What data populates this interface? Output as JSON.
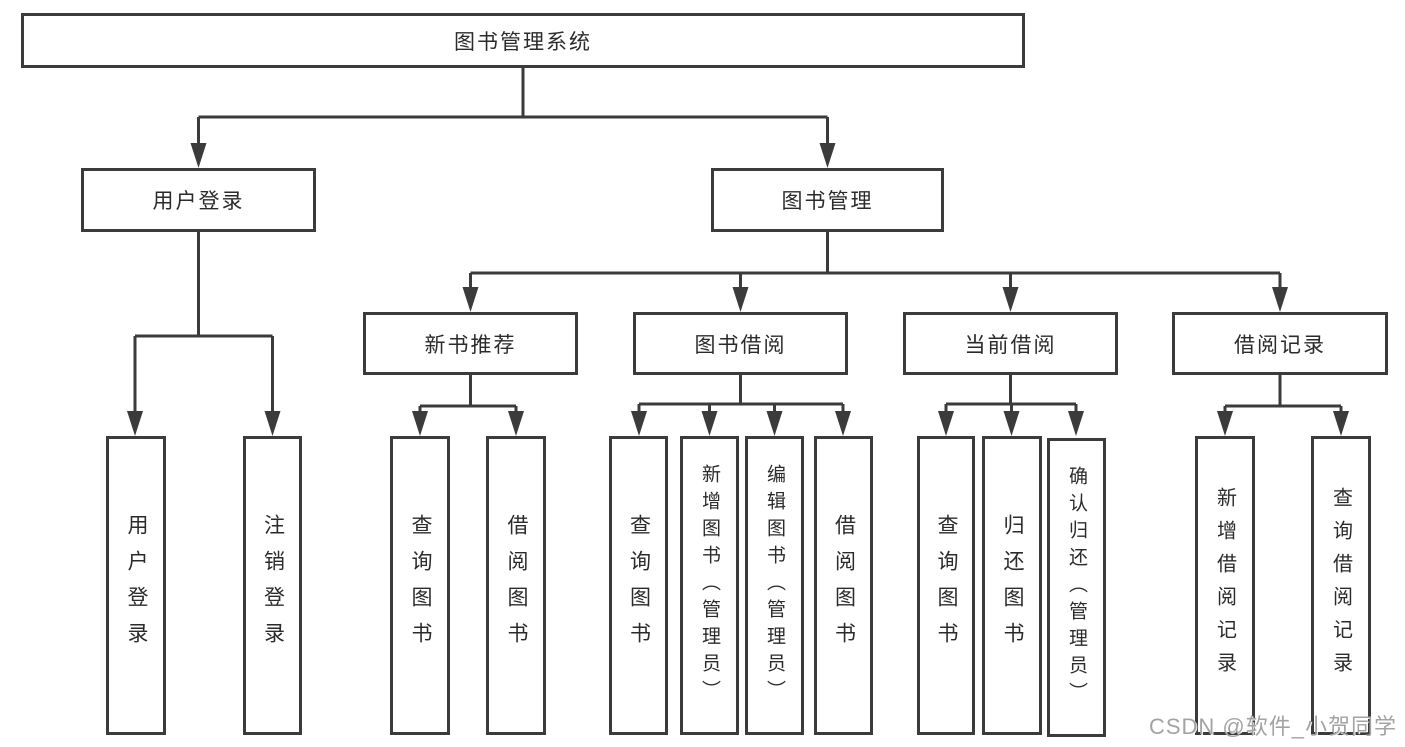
{
  "diagram": {
    "title": "图书管理系统",
    "root": {
      "label": "图书管理系统"
    },
    "level2": [
      {
        "label": "用户登录"
      },
      {
        "label": "图书管理"
      }
    ],
    "level3": [
      {
        "label": "新书推荐"
      },
      {
        "label": "图书借阅"
      },
      {
        "label": "当前借阅"
      },
      {
        "label": "借阅记录"
      }
    ],
    "leaves": {
      "login": [
        {
          "label": "用户登录"
        },
        {
          "label": "注销登录"
        }
      ],
      "recommend": [
        {
          "label": "查询图书"
        },
        {
          "label": "借阅图书"
        }
      ],
      "borrow": [
        {
          "label": "查询图书"
        },
        {
          "label": "新增图书（管理员）"
        },
        {
          "label": "编辑图书（管理员）"
        },
        {
          "label": "借阅图书"
        }
      ],
      "current": [
        {
          "label": "查询图书"
        },
        {
          "label": "归还图书"
        },
        {
          "label": "确认归还（管理员）"
        }
      ],
      "records": [
        {
          "label": "新增借阅记录"
        },
        {
          "label": "查询借阅记录"
        }
      ]
    }
  },
  "watermark": {
    "text": "CSDN @软件_小贺同学"
  },
  "colors": {
    "line": "#3b3b3b",
    "box_border": "#3b3b3b",
    "text": "#2b2b2b",
    "watermark": "#a3a3a3",
    "background": "#ffffff"
  }
}
